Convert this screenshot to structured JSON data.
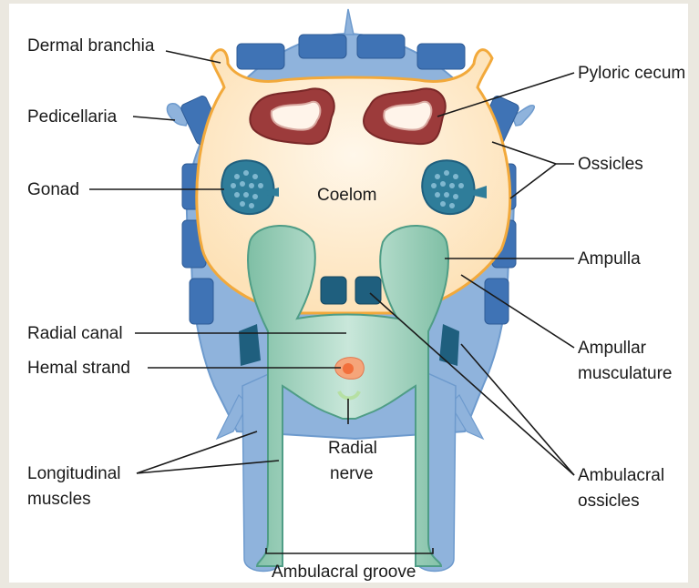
{
  "labels": {
    "dermal_branchia": "Dermal branchia",
    "pedicellaria": "Pedicellaria",
    "gonad": "Gonad",
    "coelom": "Coelom",
    "pyloric_cecum": "Pyloric cecum",
    "ossicles": "Ossicles",
    "ampulla": "Ampulla",
    "radial_canal": "Radial canal",
    "hemal_strand": "Hemal strand",
    "ampullar_musculature_1": "Ampullar",
    "ampullar_musculature_2": "musculature",
    "radial_nerve_1": "Radial",
    "radial_nerve_2": "nerve",
    "longitudinal_muscles_1": "Longitudinal",
    "longitudinal_muscles_2": "muscles",
    "ambulacral_ossicles_1": "Ambulacral",
    "ambulacral_ossicles_2": "ossicles",
    "ambulacral_groove": "Ambulacral groove"
  },
  "colors": {
    "body_wall": "#8fb3dc",
    "ossicle": "#3f73b5",
    "coelom": "#fde9c9",
    "coelom_outline": "#f2a93b",
    "pyloric_cecum": "#9c3b3b",
    "gonad": "#2f7d9a",
    "tube_foot": "#a9d4bf",
    "tube_foot_outline": "#4f9d86",
    "hemal_strand": "#f26f3b"
  }
}
